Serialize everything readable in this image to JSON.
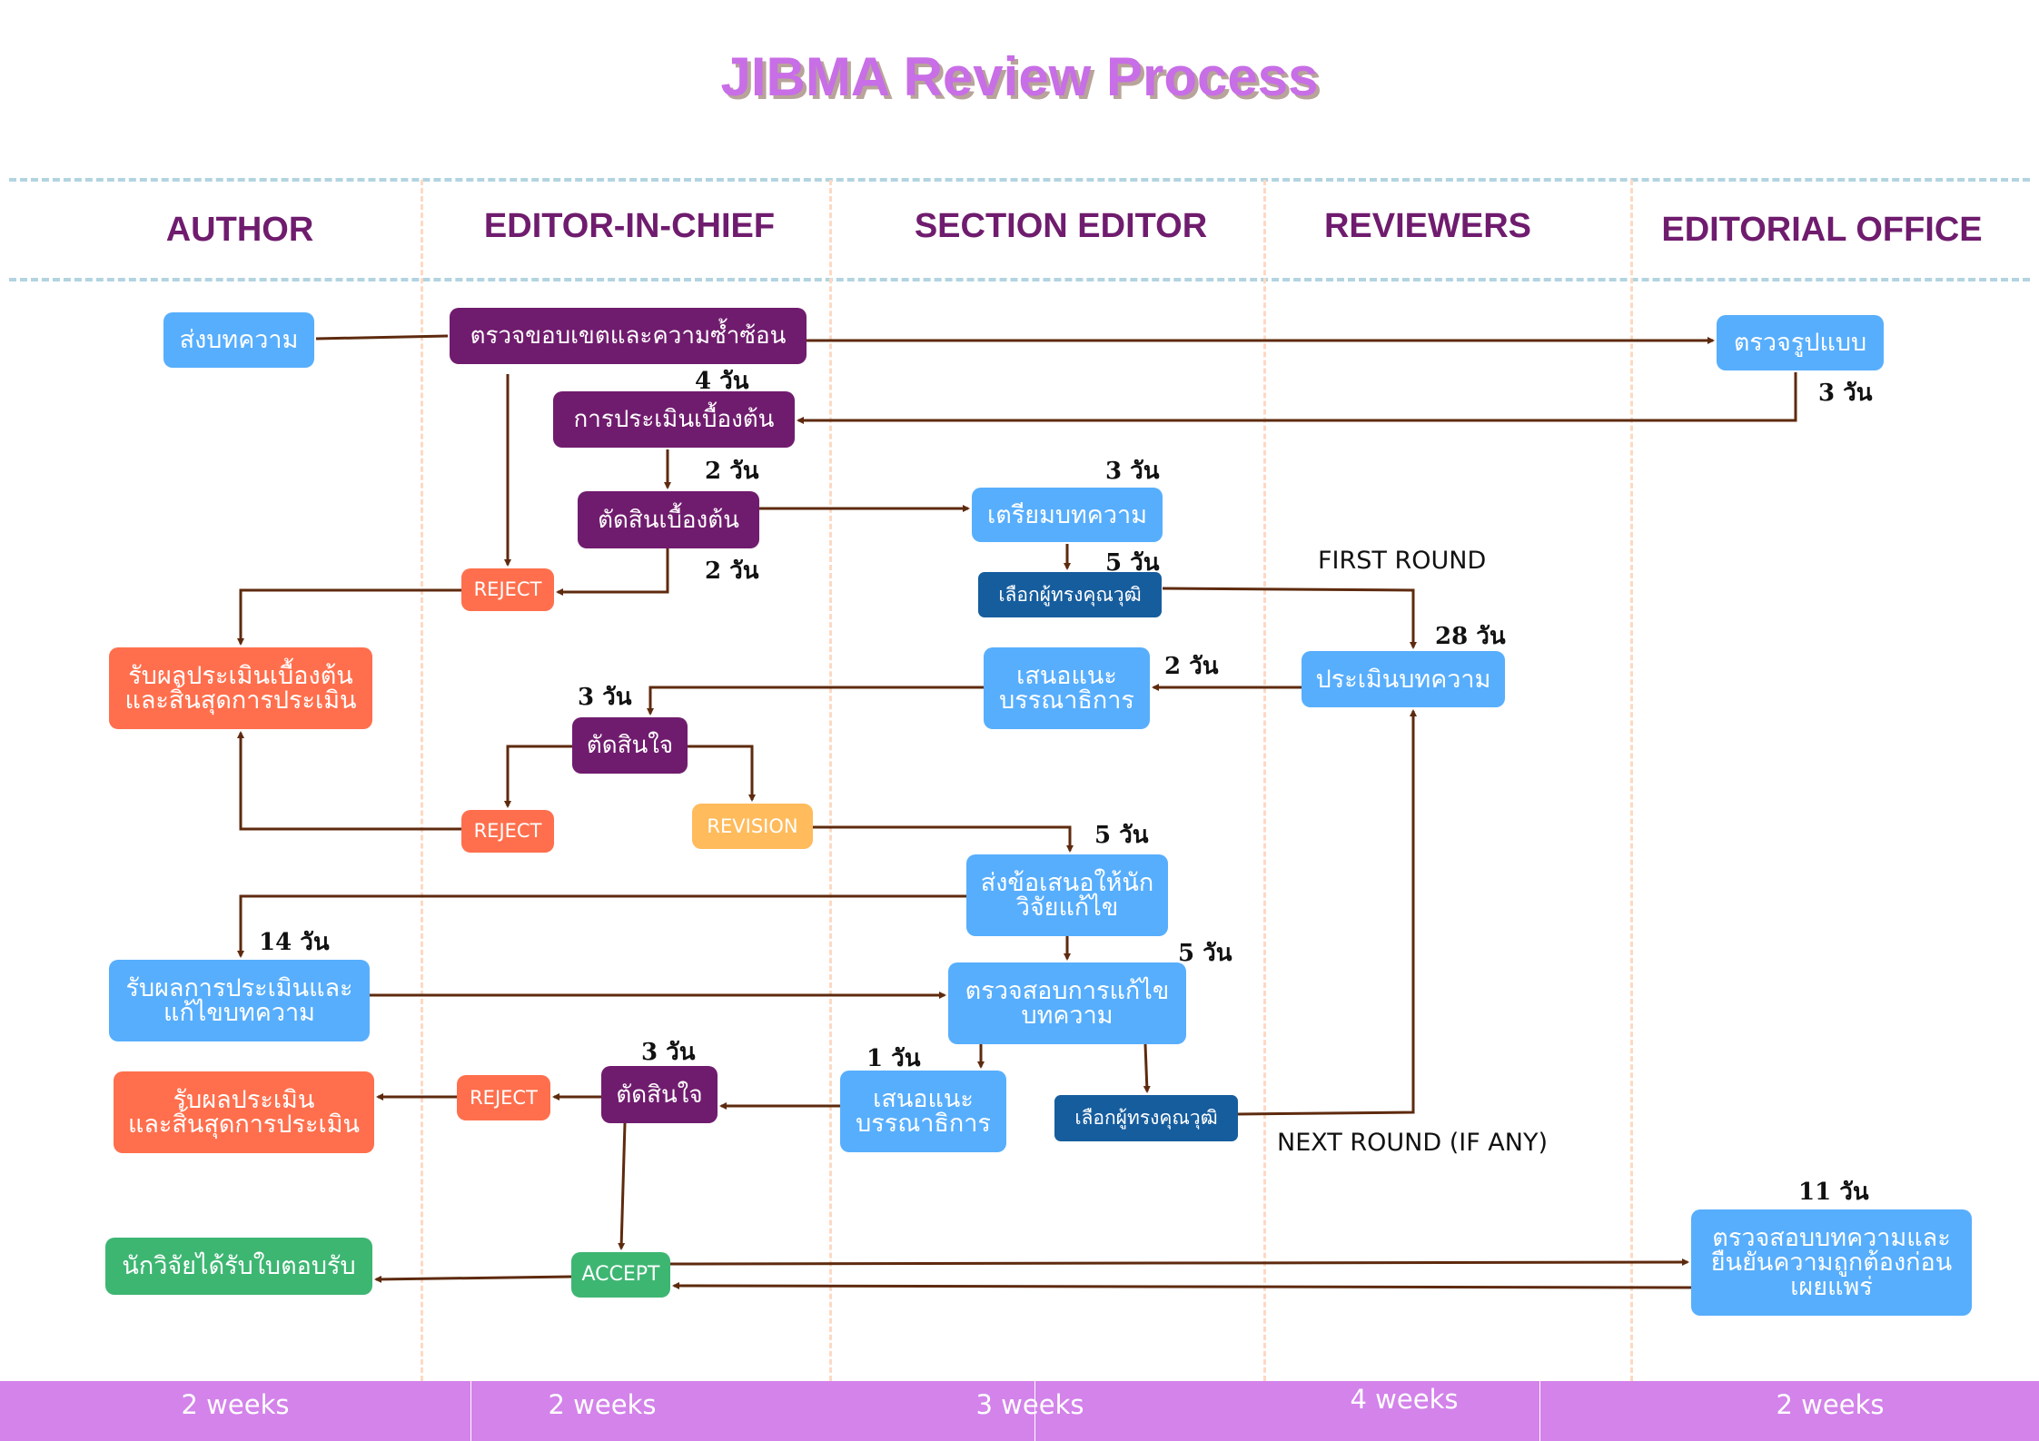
{
  "title": "JIBMA Review Process",
  "lanes": [
    {
      "id": "author",
      "label": "AUTHOR"
    },
    {
      "id": "editor-in-chief",
      "label": "EDITOR-IN-CHIEF"
    },
    {
      "id": "section-editor",
      "label": "SECTION EDITOR"
    },
    {
      "id": "reviewers",
      "label": "REVIEWERS"
    },
    {
      "id": "editorial-office",
      "label": "EDITORIAL OFFICE"
    }
  ],
  "nodes": {
    "submit": "ส่งบทความ",
    "scope_check": "ตรวจขอบเขตและความซ้ำซ้อน",
    "format_check": "ตรวจรูปแบบ",
    "initial_eval": "การประเมินเบื้องต้น",
    "initial_decision": "ตัดสินเบื้องต้น",
    "prepare_manuscript": "เตรียมบทความ",
    "select_reviewers_1": "เลือกผู้ทรงคุณวุฒิ",
    "reject_1": "REJECT",
    "initial_result": "รับผลประเมินเบื้องต้น\nและสิ้นสุดการประเมิน",
    "recommend_1": "เสนอแนะ\nบรรณาธิการ",
    "review_manuscript": "ประเมินบทความ",
    "decision_1": "ตัดสินใจ",
    "reject_2": "REJECT",
    "revision": "REVISION",
    "send_revision": "ส่งข้อเสนอให้นัก\nวิจัยแก้ไข",
    "receive_revise": "รับผลการประเมินและ\nแก้ไขบทความ",
    "check_revision": "ตรวจสอบการแก้ไข\nบทความ",
    "decision_2": "ตัดสินใจ",
    "reject_3": "REJECT",
    "final_result": "รับผลประเมิน\nและสิ้นสุดการประเมิน",
    "recommend_2": "เสนอแนะ\nบรรณาธิการ",
    "select_reviewers_2": "เลือกผู้ทรงคุณวุฒิ",
    "acceptance_letter": "นักวิจัยได้รับใบตอบรับ",
    "accept": "ACCEPT",
    "final_verify": "ตรวจสอบบทความและ\nยืนยันความถูกต้องก่อน\nเผยแพร่"
  },
  "durations": {
    "initial_eval": "4 วัน",
    "format_check": "3 วัน",
    "initial_decision": "2 วัน",
    "reject_1": "2 วัน",
    "prepare_manuscript": "3 วัน",
    "select_reviewers_1": "5 วัน",
    "review_manuscript": "28 วัน",
    "recommend_1": "2 วัน",
    "decision_1": "3 วัน",
    "send_revision": "5 วัน",
    "receive_revise": "14 วัน",
    "check_revision": "5 วัน",
    "decision_2": "3 วัน",
    "recommend_2": "1 วัน",
    "final_verify": "11 วัน"
  },
  "round_labels": {
    "first": "FIRST ROUND",
    "next": "NEXT ROUND (IF ANY)"
  },
  "timeline": [
    {
      "lane": "author",
      "label": "2 weeks"
    },
    {
      "lane": "editor-in-chief",
      "label": "2 weeks"
    },
    {
      "lane": "section-editor",
      "label": "3 weeks"
    },
    {
      "lane": "reviewers",
      "label": "4 weeks"
    },
    {
      "lane": "editorial-office",
      "label": "2 weeks"
    }
  ],
  "colors": {
    "title": "#c86ee6",
    "lane_header": "#6f1c6e",
    "editor_box": "#701c6e",
    "step_box": "#57aefd",
    "reviewer_select_box": "#165d9e",
    "reject_box": "#ff6f4d",
    "revision_box": "#ffbb5c",
    "accept_box": "#3db672",
    "arrow": "#5e2a0e",
    "timeline_bar": "#d383ea"
  }
}
